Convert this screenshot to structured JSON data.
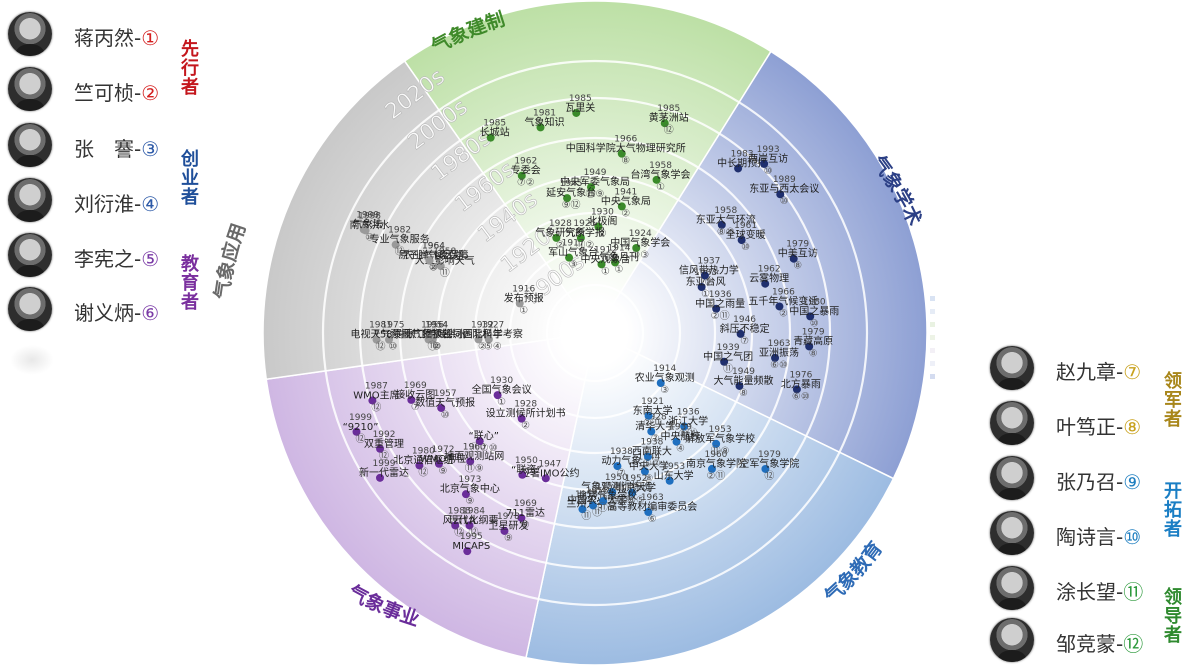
{
  "decades": [
    "1900s",
    "1920s",
    "1940s",
    "1960s",
    "1980s",
    "2000s",
    "2020s"
  ],
  "sectors": [
    {
      "label": "气象建制",
      "color": "#bde0a6",
      "text_color": "#3f8a2a"
    },
    {
      "label": "气象学术",
      "color": "#8ea0d4",
      "text_color": "#2b3f85"
    },
    {
      "label": "气象教育",
      "color": "#9dbce2",
      "text_color": "#2e6bb6"
    },
    {
      "label": "气象事业",
      "color": "#cfb7e3",
      "text_color": "#6a2d9a"
    },
    {
      "label": "气象应用",
      "color": "#c9c9c9",
      "text_color": "#6a6a6a"
    }
  ],
  "circled_numbers": [
    "①",
    "②",
    "③",
    "④",
    "⑤",
    "⑥",
    "⑦",
    "⑧",
    "⑨",
    "⑩",
    "⑪",
    "⑫"
  ],
  "number_colors": [
    "#d42020",
    "#d42020",
    "#2d5aa8",
    "#2d5aa8",
    "#7a3aa6",
    "#7a3aa6",
    "#c9a21e",
    "#c9a21e",
    "#1f7fc0",
    "#1f7fc0",
    "#2e9a3d",
    "#2e9a3d"
  ],
  "people_left": [
    {
      "name": "蒋丙然",
      "num": "①"
    },
    {
      "name": "竺可桢",
      "num": "②"
    },
    {
      "name": "张　謇",
      "num": "③"
    },
    {
      "name": "刘衍淮",
      "num": "④"
    },
    {
      "name": "李宪之",
      "num": "⑤"
    },
    {
      "name": "谢义炳",
      "num": "⑥"
    }
  ],
  "people_right": [
    {
      "name": "赵九章",
      "num": "⑦"
    },
    {
      "name": "叶笃正",
      "num": "⑧"
    },
    {
      "name": "张乃召",
      "num": "⑨"
    },
    {
      "name": "陶诗言",
      "num": "⑩"
    },
    {
      "name": "涂长望",
      "num": "⑪"
    },
    {
      "name": "邹竞蒙",
      "num": "⑫"
    }
  ],
  "groups": [
    {
      "label": "先行者",
      "color": "#c4161c"
    },
    {
      "label": "创业者",
      "color": "#1f4f9a"
    },
    {
      "label": "教育者",
      "color": "#7a2f9e"
    },
    {
      "label": "领军者",
      "color": "#a8861a"
    },
    {
      "label": "开拓者",
      "color": "#1a7ec4"
    },
    {
      "label": "领导者",
      "color": "#2f8a2f"
    }
  ],
  "events": [
    {
      "s": 0,
      "y": "1985",
      "t": "长城站",
      "n": "",
      "c": "#3a8a2a"
    },
    {
      "s": 0,
      "y": "1985",
      "t": "瓦里关",
      "n": "",
      "c": "#3a8a2a"
    },
    {
      "s": 0,
      "y": "1985",
      "t": "黄茅洲站",
      "n": "⑫",
      "c": "#3a8a2a"
    },
    {
      "s": 0,
      "y": "1981",
      "t": "气象知识",
      "n": "",
      "c": "#3a8a2a"
    },
    {
      "s": 0,
      "y": "1966",
      "t": "中国科学院大气物理研究所",
      "n": "⑧",
      "c": "#3a8a2a"
    },
    {
      "s": 0,
      "y": "1962",
      "t": "专委会",
      "n": "⑦②",
      "c": "#3a8a2a"
    },
    {
      "s": 0,
      "y": "1949",
      "t": "中央军委气象局",
      "n": "⑪⑨",
      "c": "#3a8a2a"
    },
    {
      "s": 0,
      "y": "1958",
      "t": "台湾气象学会",
      "n": "①",
      "c": "#3a8a2a"
    },
    {
      "s": 0,
      "y": "1945",
      "t": "延安气象台",
      "n": "⑨⑫",
      "c": "#3a8a2a"
    },
    {
      "s": 0,
      "y": "1941",
      "t": "中央气象局",
      "n": "②",
      "c": "#3a8a2a"
    },
    {
      "s": 0,
      "y": "1928",
      "t": "气象研究所",
      "n": "②",
      "c": "#3a8a2a"
    },
    {
      "s": 0,
      "y": "1930",
      "t": "北极阁",
      "n": "②",
      "c": "#3a8a2a"
    },
    {
      "s": 0,
      "y": "1924",
      "t": "中国气象学会",
      "n": "①③",
      "c": "#3a8a2a"
    },
    {
      "s": 0,
      "y": "1925",
      "t": "气象学报",
      "n": "⑪②",
      "c": "#3a8a2a"
    },
    {
      "s": 0,
      "y": "1914",
      "t": "气象月刊",
      "n": "①",
      "c": "#3a8a2a"
    },
    {
      "s": 0,
      "y": "1917",
      "t": "军山气象台",
      "n": "③",
      "c": "#3a8a2a"
    },
    {
      "s": 0,
      "y": "1912",
      "t": "中央观象台",
      "n": "①",
      "c": "#3a8a2a"
    },
    {
      "s": 1,
      "y": "1983",
      "t": "中长期预报",
      "n": "",
      "c": "#1f2f6e"
    },
    {
      "s": 1,
      "y": "1979",
      "t": "中美互访",
      "n": "⑧",
      "c": "#1f2f6e"
    },
    {
      "s": 1,
      "y": "1963",
      "t": "亚洲振荡",
      "n": "⑥⑩",
      "c": "#1f2f6e"
    },
    {
      "s": 1,
      "y": "1989",
      "t": "东亚与西太会议",
      "n": "⑩",
      "c": "#1f2f6e"
    },
    {
      "s": 1,
      "y": "1966",
      "t": "五千年气候变迁",
      "n": "②",
      "c": "#1f2f6e"
    },
    {
      "s": 1,
      "y": "1949",
      "t": "大气能量频散",
      "n": "⑧",
      "c": "#1f2f6e"
    },
    {
      "s": 1,
      "y": "1933",
      "t": "东亚台风",
      "n": "①",
      "c": "#1f2f6e"
    },
    {
      "s": 1,
      "y": "1979",
      "t": "青藏高原",
      "n": "⑧",
      "c": "#1f2f6e"
    },
    {
      "s": 1,
      "y": "1958",
      "t": "东亚大气环流",
      "n": "⑧⑩",
      "c": "#1f2f6e"
    },
    {
      "s": 1,
      "y": "1936",
      "t": "中国之雨量",
      "n": "②⑪",
      "c": "#1f2f6e"
    },
    {
      "s": 1,
      "y": "1976",
      "t": "北方暴雨",
      "n": "⑥⑩",
      "c": "#1f2f6e"
    },
    {
      "s": 1,
      "y": "1937",
      "t": "信风带热力学",
      "n": "⑦",
      "c": "#1f2f6e"
    },
    {
      "s": 1,
      "y": "1946",
      "t": "斜压不稳定",
      "n": "⑦",
      "c": "#1f2f6e"
    },
    {
      "s": 1,
      "y": "1993",
      "t": "两岸互访",
      "n": "⑩",
      "c": "#1f2f6e"
    },
    {
      "s": 1,
      "y": "1962",
      "t": "云雾物理",
      "n": "",
      "c": "#1f2f6e"
    },
    {
      "s": 1,
      "y": "1939",
      "t": "中国之气团",
      "n": "⑪",
      "c": "#1f2f6e"
    },
    {
      "s": 1,
      "y": "1961",
      "t": "全球变暖",
      "n": "⑩",
      "c": "#1f2f6e"
    },
    {
      "s": 1,
      "y": "1980",
      "t": "中国之暴雨",
      "n": "⑩",
      "c": "#1f2f6e"
    },
    {
      "s": 2,
      "y": "1914",
      "t": "农业气象观测",
      "n": "③",
      "c": "#1f6fbf"
    },
    {
      "s": 2,
      "y": "1928",
      "t": "清华大学",
      "n": "⑦",
      "c": "#1f6fbf"
    },
    {
      "s": 2,
      "y": "1950",
      "t": "气象观测训练班",
      "n": "⑪⑨⑤",
      "c": "#1f6fbf"
    },
    {
      "s": 2,
      "y": "1936",
      "t": "浙江大学",
      "n": "②⑪",
      "c": "#1f6fbf"
    },
    {
      "s": 2,
      "y": "1944",
      "t": "中央大学",
      "n": "⑧",
      "c": "#1f6fbf"
    },
    {
      "s": 2,
      "y": "1958",
      "t": "兰州大学",
      "n": "⑪",
      "c": "#1f6fbf"
    },
    {
      "s": 2,
      "y": "1921",
      "t": "东南大学",
      "n": "②⑪",
      "c": "#1f6fbf"
    },
    {
      "s": 2,
      "y": "1938",
      "t": "动力气象",
      "n": "⑦",
      "c": "#1f6fbf"
    },
    {
      "s": 2,
      "y": "1953",
      "t": "解放军气象学校",
      "n": "⑪⑨",
      "c": "#1f6fbf"
    },
    {
      "s": 2,
      "y": "1938",
      "t": "西南联大",
      "n": "⑤⑦",
      "c": "#1f6fbf"
    },
    {
      "s": 2,
      "y": "1956",
      "t": "中国农业大学",
      "n": "⑪",
      "c": "#1f6fbf"
    },
    {
      "s": 2,
      "y": "1939",
      "t": "中央航校",
      "n": "④",
      "c": "#1f6fbf"
    },
    {
      "s": 2,
      "y": "1952",
      "t": "北京大学",
      "n": "⑥⑤",
      "c": "#1f6fbf"
    },
    {
      "s": 2,
      "y": "1979",
      "t": "空军气象学院",
      "n": "⑫",
      "c": "#1f6fbf"
    },
    {
      "s": 2,
      "y": "1953",
      "t": "山东大学",
      "n": "",
      "c": "#1f6fbf"
    },
    {
      "s": 2,
      "y": "1954",
      "t": "北京气象学校",
      "n": "⑪⑨",
      "c": "#1f6fbf"
    },
    {
      "s": 2,
      "y": "1960",
      "t": "南京气象学院",
      "n": "②⑪",
      "c": "#1f6fbf"
    },
    {
      "s": 2,
      "y": "1963",
      "t": "高等教材编审委员会",
      "n": "⑥",
      "c": "#1f6fbf"
    },
    {
      "s": 3,
      "y": "1947",
      "t": "签署IMO公约",
      "n": "",
      "c": "#6a2d9a"
    },
    {
      "s": 3,
      "y": "1973",
      "t": "北京气象中心",
      "n": "⑨",
      "c": "#6a2d9a"
    },
    {
      "s": 3,
      "y": "1930",
      "t": "全国气象会议",
      "n": "①",
      "c": "#6a2d9a"
    },
    {
      "s": 3,
      "y": "1969",
      "t": "711雷达",
      "n": "⑨",
      "c": "#6a2d9a"
    },
    {
      "s": 3,
      "y": "1928",
      "t": "设立测候所计划书",
      "n": "②",
      "c": "#6a2d9a"
    },
    {
      "s": 3,
      "y": "1992",
      "t": "双重管理",
      "n": "⑫",
      "c": "#6a2d9a"
    },
    {
      "s": 3,
      "y": "1978",
      "t": "卫星研发",
      "n": "⑨",
      "c": "#6a2d9a"
    },
    {
      "s": 3,
      "y": "1960",
      "t": "地面观测站网",
      "n": "⑪⑨",
      "c": "#6a2d9a"
    },
    {
      "s": 3,
      "y": "1957",
      "t": "数值天气预报",
      "n": "⑩",
      "c": "#6a2d9a"
    },
    {
      "s": 3,
      "y": "1950",
      "t": "“联资”",
      "n": "",
      "c": "#6a2d9a"
    },
    {
      "s": 3,
      "y": "",
      "t": "“联心”",
      "n": "⑪⑦⑩",
      "c": "#6a2d9a"
    },
    {
      "s": 3,
      "y": "1999",
      "t": "“9210”",
      "n": "⑫",
      "c": "#6a2d9a"
    },
    {
      "s": 3,
      "y": "1995",
      "t": "MICAPS",
      "n": "",
      "c": "#6a2d9a"
    },
    {
      "s": 3,
      "y": "1972",
      "t": "WMO席位",
      "n": "⑨",
      "c": "#6a2d9a"
    },
    {
      "s": 3,
      "y": "1969",
      "t": "接收云图",
      "n": "⑦",
      "c": "#6a2d9a"
    },
    {
      "s": 3,
      "y": "1984",
      "t": "现代化纲要",
      "n": "⑫",
      "c": "#6a2d9a"
    },
    {
      "s": 3,
      "y": "1980",
      "t": "北京通信枢纽",
      "n": "⑫",
      "c": "#6a2d9a"
    },
    {
      "s": 3,
      "y": "1987",
      "t": "WMO主席",
      "n": "⑫",
      "c": "#6a2d9a"
    },
    {
      "s": 3,
      "y": "1988",
      "t": "风云1A",
      "n": "⑫",
      "c": "#6a2d9a"
    },
    {
      "s": 3,
      "y": "1999",
      "t": "新一代雷达",
      "n": "",
      "c": "#6a2d9a"
    },
    {
      "s": 4,
      "y": "1975",
      "t": "758暴雨",
      "n": "⑩",
      "c": "#9a9a9a"
    },
    {
      "s": 4,
      "y": "1982",
      "t": "专业气象服务",
      "n": "⑫",
      "c": "#9a9a9a"
    },
    {
      "s": 4,
      "y": "1954",
      "t": "长江流域洪水",
      "n": "⑩",
      "c": "#9a9a9a"
    },
    {
      "s": 4,
      "y": "1964",
      "t": "农业气候区划",
      "n": "②",
      "c": "#9a9a9a"
    },
    {
      "s": 4,
      "y": "1981",
      "t": "电视天气预报",
      "n": "⑫",
      "c": "#9a9a9a"
    },
    {
      "s": 4,
      "y": "1958",
      "t": "人工影响天气",
      "n": "⑪",
      "c": "#9a9a9a"
    },
    {
      "s": 4,
      "y": "1932",
      "t": "国际极年",
      "n": "②",
      "c": "#9a9a9a"
    },
    {
      "s": 4,
      "y": "1916",
      "t": "发布预报",
      "n": "①",
      "c": "#9a9a9a"
    },
    {
      "s": 4,
      "y": "1954",
      "t": "气象学名词",
      "n": "②",
      "c": "#9a9a9a"
    },
    {
      "s": 4,
      "y": "1998",
      "t": "南方洪水",
      "n": "⑩",
      "c": "#9a9a9a"
    },
    {
      "s": 4,
      "y": "1927",
      "t": "西北科学考察",
      "n": "⑤④",
      "c": "#9a9a9a"
    },
    {
      "s": 4,
      "y": "1964",
      "t": "原子弹气象保障",
      "n": "⑩",
      "c": "#9a9a9a"
    },
    {
      "s": 4,
      "y": "1956",
      "t": "广播报纸",
      "n": "⑪",
      "c": "#9a9a9a"
    },
    {
      "s": 4,
      "y": "1999",
      "t": "气象法",
      "n": "",
      "c": "#9a9a9a"
    }
  ]
}
